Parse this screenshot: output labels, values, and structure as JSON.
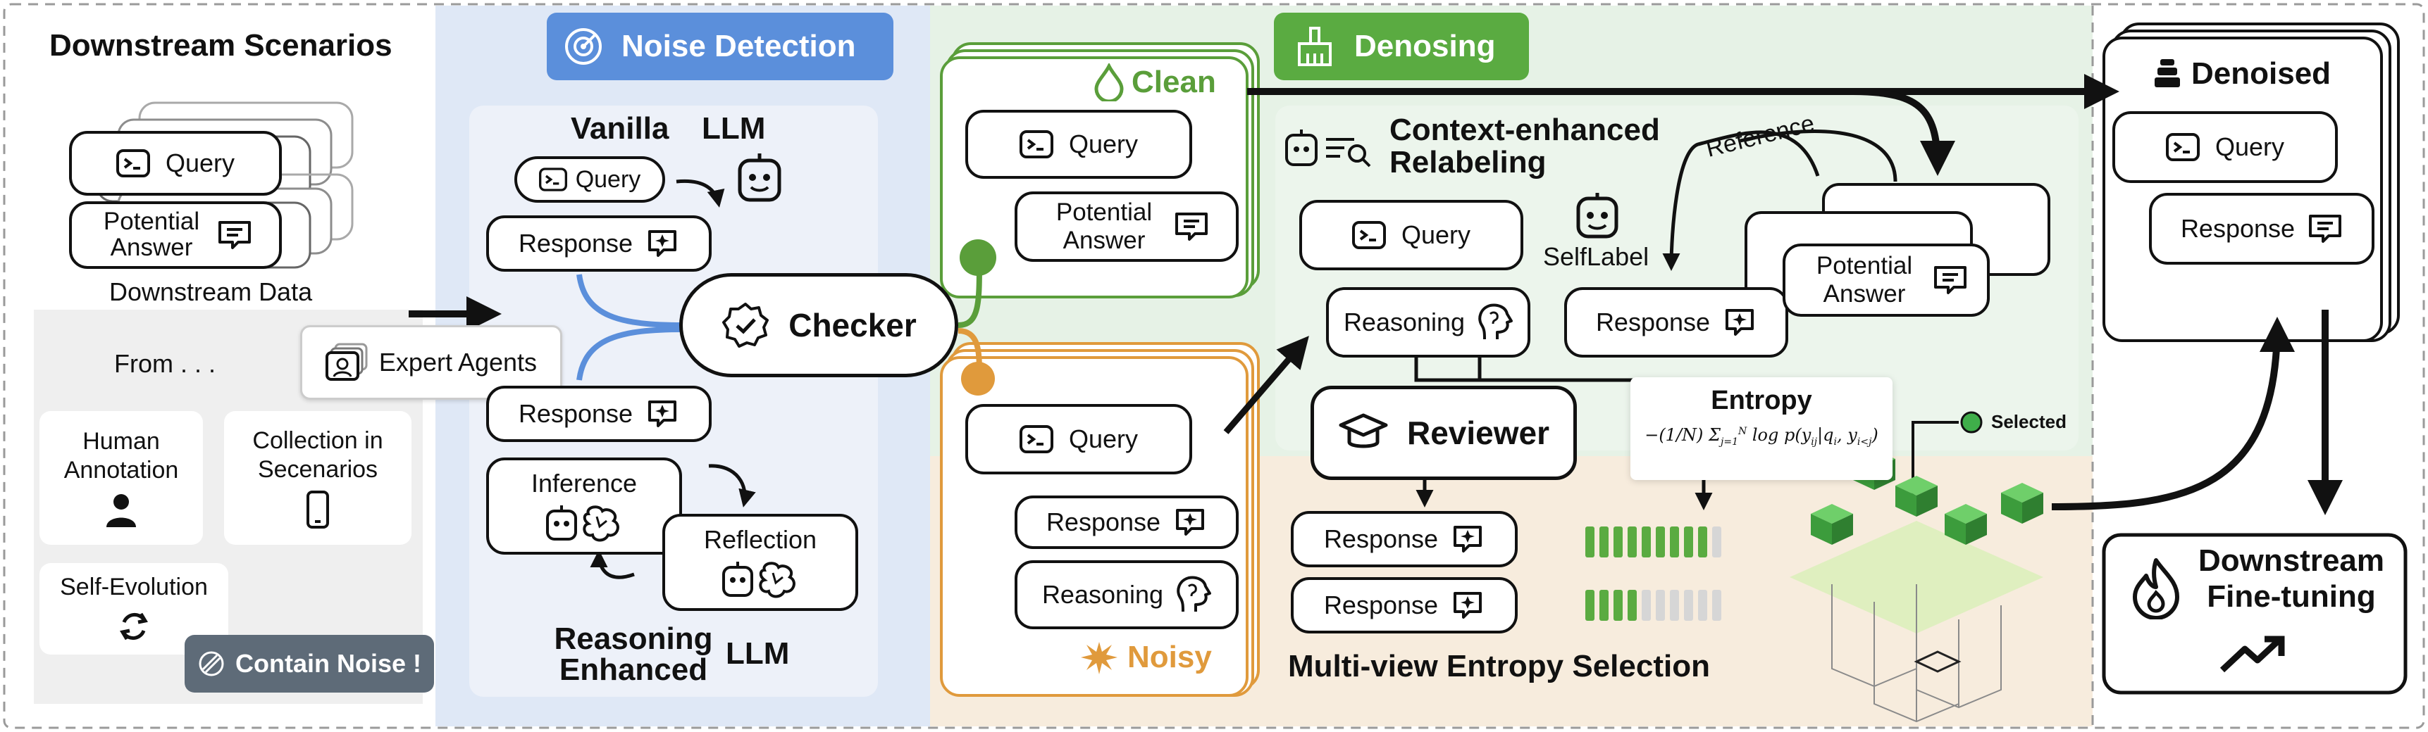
{
  "sections": {
    "downstream": {
      "title": "Downstream Scenarios",
      "query_label": "Query",
      "answer_label": "Potential Answer",
      "data_label": "Downstream Data",
      "from_label": "From . . .",
      "sources": [
        "Human Annotation",
        "Collection in Secenarios",
        "Self-Evolution",
        "Expert Agents"
      ],
      "noise_tag": "Contain Noise !"
    },
    "detection": {
      "title": "Noise Detection",
      "vanilla_label": "Vanilla",
      "llm_label": "LLM",
      "query_label": "Query",
      "response_label": "Response",
      "response_label_2": "Response",
      "inference_label": "Inference",
      "reflection_label": "Reflection",
      "reasoning_enhanced_label": "Reasoning Enhanced",
      "llm_label_2": "LLM",
      "checker_label": "Checker"
    },
    "split": {
      "clean_label": "Clean",
      "clean_query": "Query",
      "clean_answer": "Potential Answer",
      "noisy_label": "Noisy",
      "noisy_query": "Query",
      "noisy_response": "Response",
      "noisy_reasoning": "Reasoning"
    },
    "denoising": {
      "title": "Denosing",
      "context_label": "Context-enhanced Relabeling",
      "query_label": "Query",
      "selflabel_label": "SelfLabel",
      "reference_label": "Reference",
      "reasoning_label": "Reasoning",
      "response_label": "Response",
      "answer_label": "Potential Answer",
      "reviewer_label": "Reviewer",
      "entropy_title": "Entropy",
      "selected_label": "Selected",
      "review_response_1": "Response",
      "review_response_2": "Response",
      "multiview_label": "Multi-view Entropy Selection",
      "entropy_levels": [
        0.9,
        0.35
      ]
    },
    "output": {
      "denoised_title": "Denoised",
      "query_label": "Query",
      "response_label": "Response",
      "finetune_label": "Downstream Fine-tuning"
    }
  },
  "colors": {
    "detection_bg": "#dfe8f6",
    "detection_tag": "#5b8fdb",
    "denoise_bg": "#e6f2e6",
    "denoise_tag": "#5aab41",
    "entropy_bg": "#f7ecdd",
    "clean_green": "#5a9e3a",
    "noisy_orange": "#e09a3c",
    "noise_tag": "#5e6b78"
  }
}
